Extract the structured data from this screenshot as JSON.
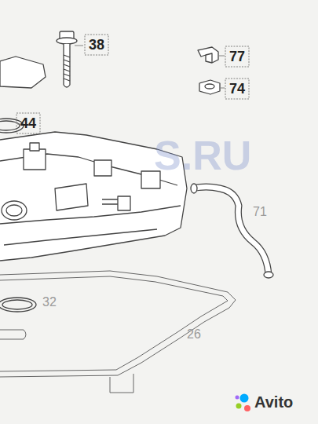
{
  "diagram": {
    "labels": [
      "38",
      "77",
      "74",
      "44",
      "71",
      "32",
      "26",
      "S.RU",
      "Avito"
    ]
  }
}
